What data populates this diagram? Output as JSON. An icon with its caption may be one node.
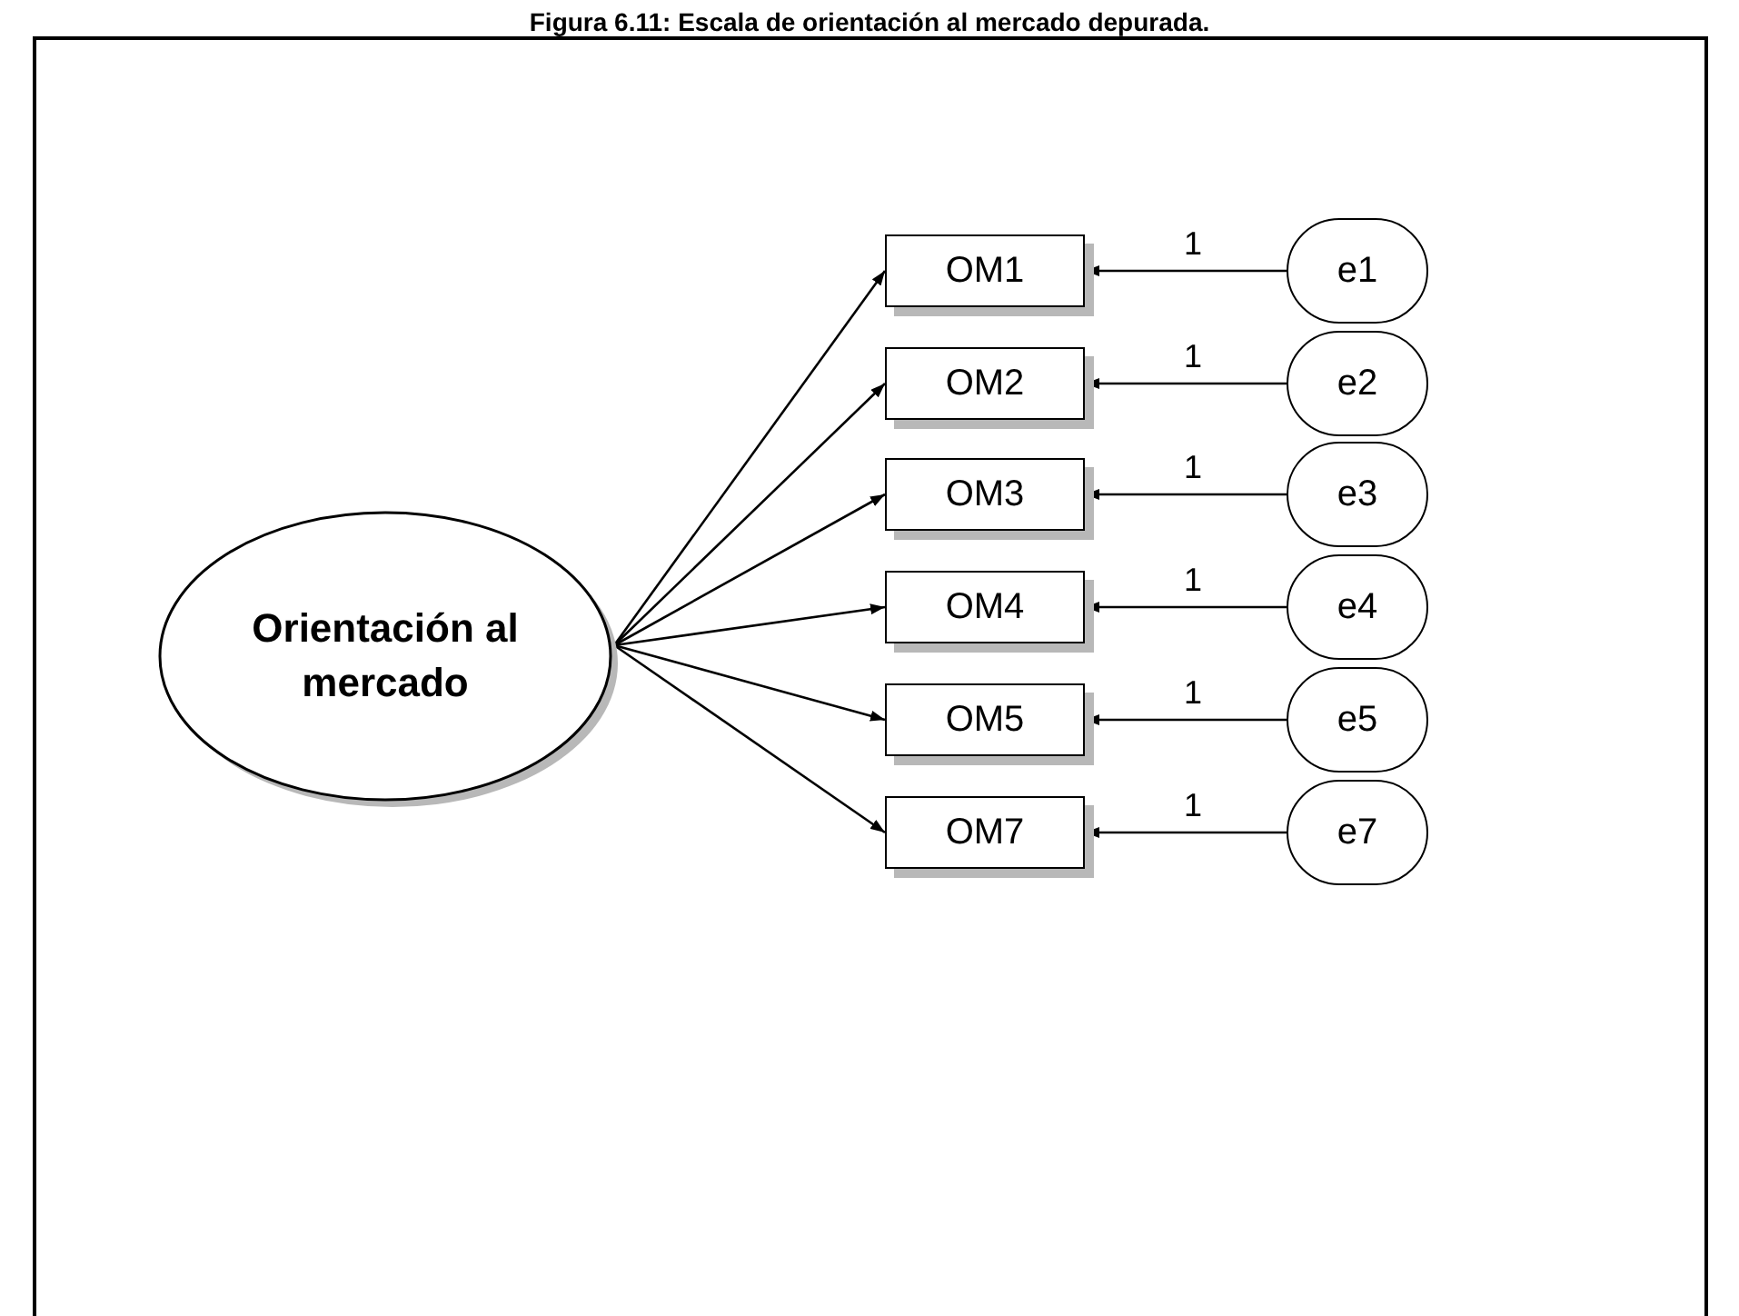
{
  "diagram": {
    "title": "Figura 6.11: Escala de orientación al mercado depurada.",
    "nodes": [
      {
        "text": [
          "Orientación al mercado"
        ]
      },
      {
        "text": [
          "OM1"
        ]
      },
      {
        "text": [
          "OM2"
        ]
      },
      {
        "text": [
          "OM3"
        ]
      },
      {
        "text": [
          "OM4"
        ]
      },
      {
        "text": [
          "OM5"
        ]
      },
      {
        "text": [
          "OM7"
        ]
      },
      {
        "text": [
          "e1"
        ]
      },
      {
        "text": [
          "e2"
        ]
      },
      {
        "text": [
          "e3"
        ]
      },
      {
        "text": [
          "e4"
        ]
      },
      {
        "text": [
          "e5"
        ]
      },
      {
        "text": [
          "e7"
        ]
      }
    ],
    "edges": [
      {
        "from": 0,
        "to": 1,
        "arrow": "to"
      },
      {
        "from": 0,
        "to": 2,
        "arrow": "to"
      },
      {
        "from": 0,
        "to": 3,
        "arrow": "to"
      },
      {
        "from": 0,
        "to": 4,
        "arrow": "to"
      },
      {
        "from": 0,
        "to": 5,
        "arrow": "to"
      },
      {
        "from": 0,
        "to": 6,
        "arrow": "to"
      },
      {
        "from": 7,
        "to": 1,
        "arrow": "to",
        "label": "1"
      },
      {
        "from": 8,
        "to": 2,
        "arrow": "to",
        "label": "1"
      },
      {
        "from": 9,
        "to": 3,
        "arrow": "to",
        "label": "1"
      },
      {
        "from": 10,
        "to": 4,
        "arrow": "to",
        "label": "1"
      },
      {
        "from": 11,
        "to": 5,
        "arrow": "to",
        "label": "1"
      },
      {
        "from": 12,
        "to": 6,
        "arrow": "to",
        "label": "1"
      }
    ]
  }
}
